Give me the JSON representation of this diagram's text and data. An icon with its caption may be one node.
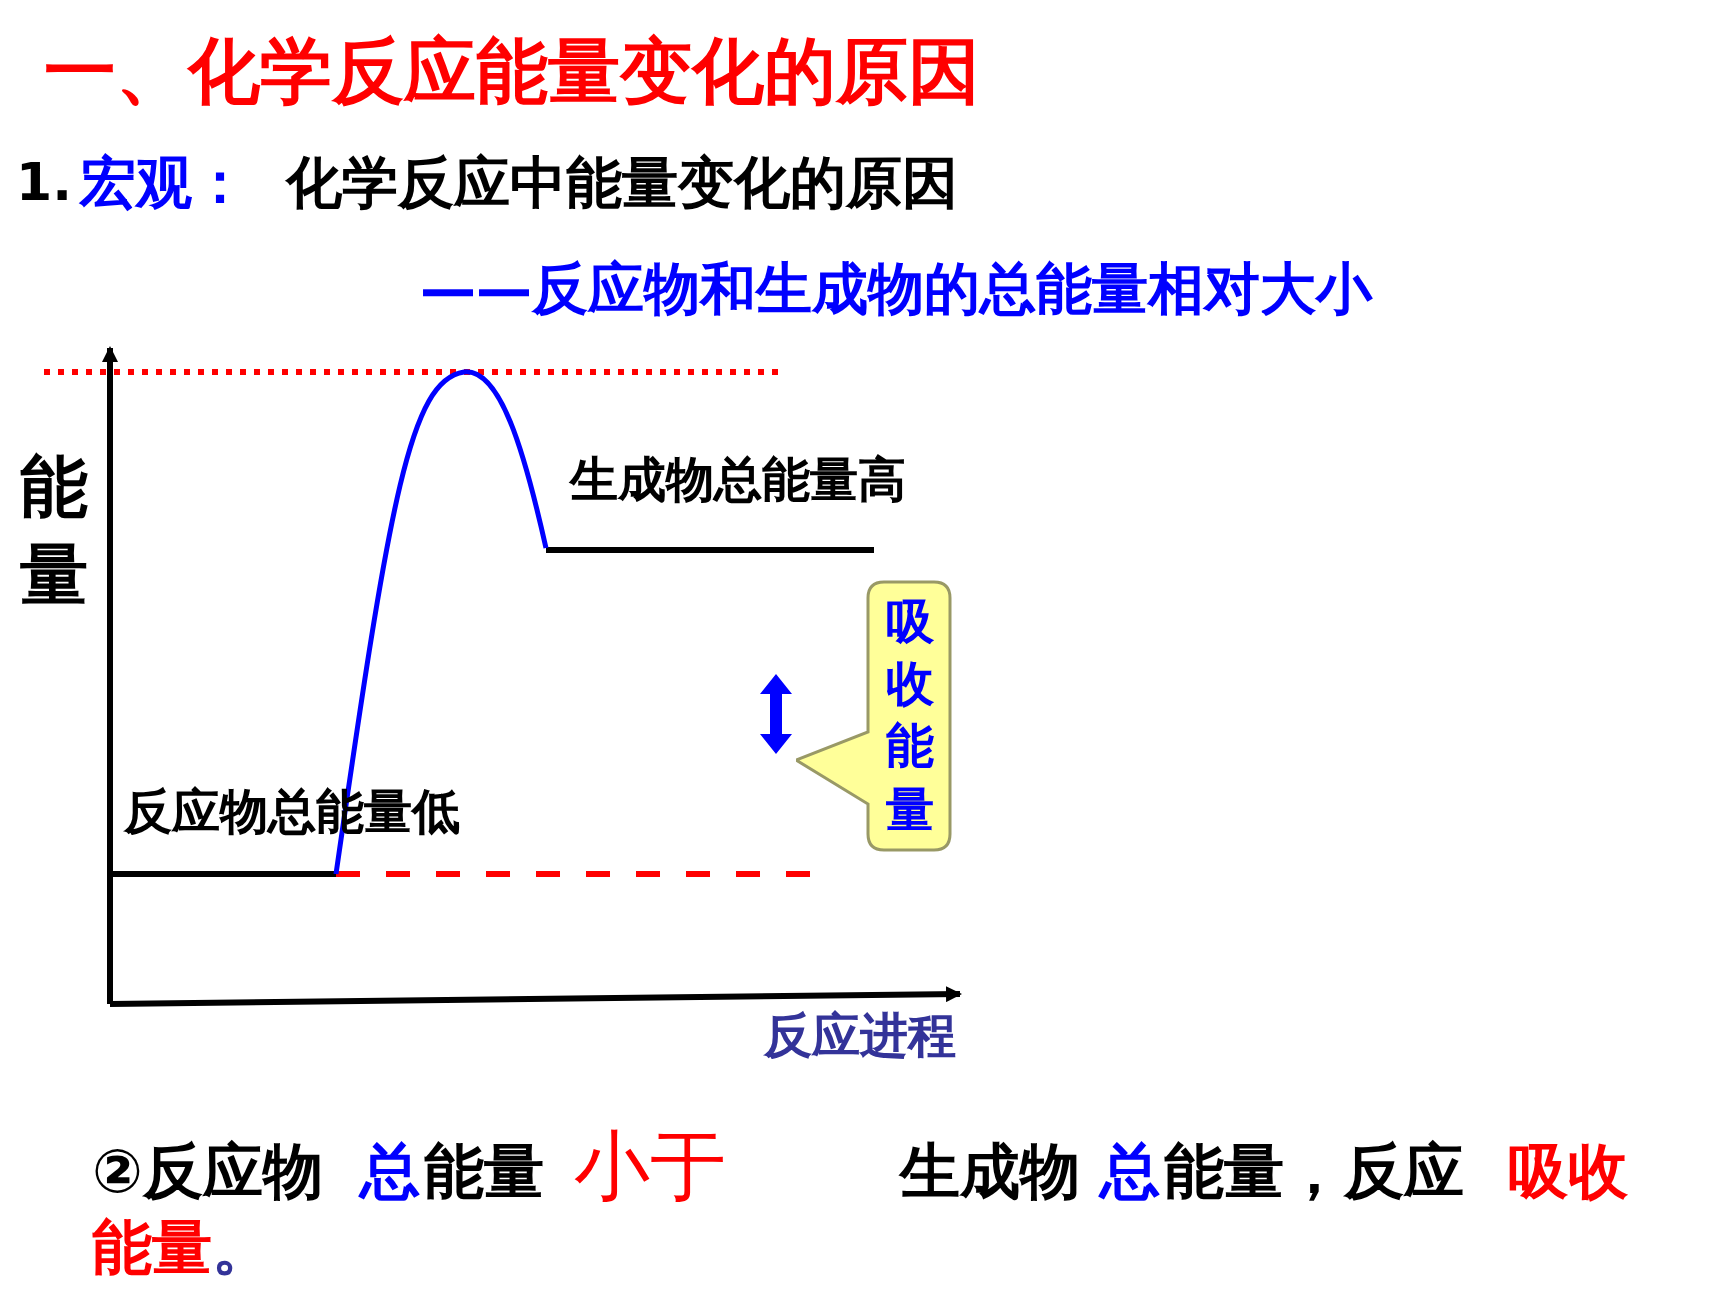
{
  "diagram": {
    "title": "一、化学反应能量变化的原因",
    "nodes": [
      {
        "text": [
          "吸收能量"
        ]
      }
    ],
    "edges": [],
    "labels": [
      "1.",
      "宏观：",
      "化学反应中能量变化的原因",
      "——反应物和生成物的总能量相对大小",
      "能量",
      "生成物总能量高",
      "反应物总能量低",
      "反应进程",
      "②反应物",
      "总",
      "能量",
      "小于",
      "生成物",
      "总",
      "能量，反应",
      "吸收",
      "能量",
      "。"
    ]
  }
}
